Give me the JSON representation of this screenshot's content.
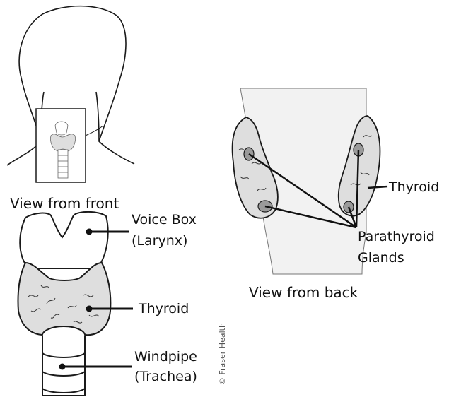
{
  "labels": {
    "view_front": "View from front",
    "voice_box_line1": "Voice Box",
    "voice_box_line2": "(Larynx)",
    "thyroid_front": "Thyroid",
    "windpipe_line1": "Windpipe",
    "windpipe_line2": "(Trachea)",
    "thyroid_back": "Thyroid",
    "parathyroid_line1": "Parathyroid",
    "parathyroid_line2": "Glands",
    "view_back": "View from back"
  },
  "credit": "© Fraser Health",
  "colors": {
    "outline": "#1a1a1a",
    "gland_fill": "#dedede",
    "trachea_back_fill": "#f2f2f2",
    "parathyroid_fill": "#9a9a9a"
  }
}
